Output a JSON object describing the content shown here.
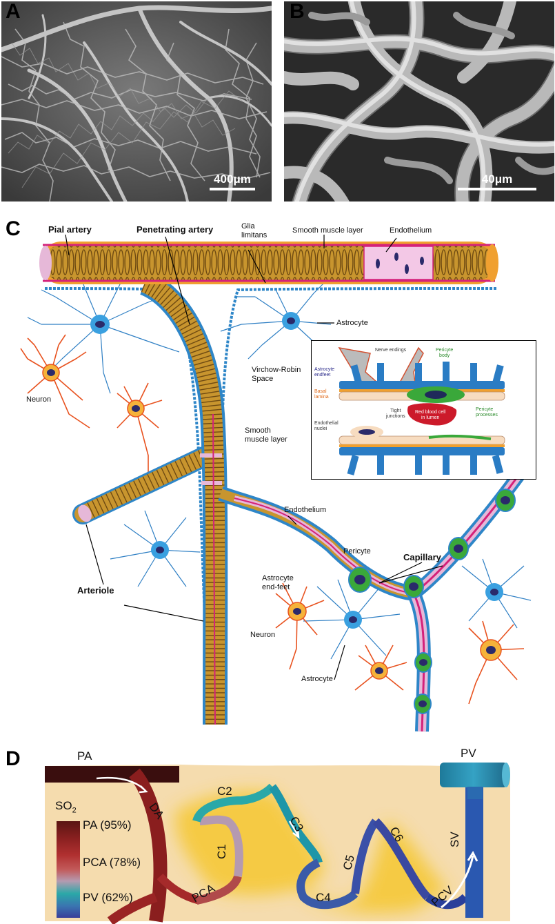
{
  "panels": {
    "a": {
      "letter": "A",
      "scale_label": "400μm"
    },
    "b": {
      "letter": "B",
      "scale_label": "40μm"
    },
    "c": {
      "letter": "C",
      "labels": {
        "pial_artery": "Pial artery",
        "penetrating_artery": "Penetrating artery",
        "glia_limitans": "Glia\nlimitans",
        "smooth_muscle_layer_top": "Smooth muscle layer",
        "endothelium_top": "Endothelium",
        "astrocyte_top": "Astrocyte",
        "virchow_robin": "Virchow-Robin\nSpace",
        "smooth_muscle_layer_mid": "Smooth\nmuscle layer",
        "neuron_left": "Neuron",
        "endothelium_mid": "Endothelium",
        "pericyte": "Pericyte",
        "capillary": "Capillary",
        "astrocyte_endfeet": "Astrocyte\nend-feet",
        "arteriole": "Arteriole",
        "neuron_right": "Neuron",
        "astrocyte_bottom": "Astrocyte"
      },
      "inset": {
        "nerve_endings": "Nerve endings",
        "pericyte_body": "Pericyte\nbody",
        "astrocyte_endfeet": "Astrocyte\nendfeet",
        "basal_lamina": "Basal\nlamina",
        "tight_junctions": "Tight\njunctions",
        "red_blood_cell": "Red blood cell\nin lumen",
        "pericyte_processes": "Pericyte\nprocesses",
        "endothelial_nuclei": "Endothelial\nnuclei"
      }
    },
    "d": {
      "letter": "D",
      "vessel_labels": {
        "pa": "PA",
        "da": "DA",
        "pca": "PCA",
        "c1": "C1",
        "c2": "C2",
        "c3": "C3",
        "c4": "C4",
        "c5": "C5",
        "c6": "C6",
        "pcv": "PCV",
        "sv": "SV",
        "pv": "PV"
      },
      "legend": {
        "title": "SO",
        "title_sub": "2",
        "entries": [
          "PA (95%)",
          "PCA (78%)",
          "PV (62%)"
        ],
        "colors": [
          "#5a1512",
          "#a52a2a",
          "#c24a4a",
          "#c87a80",
          "#b59ab0",
          "#2aa8a8",
          "#3a74b0",
          "#3a3f9a"
        ]
      }
    }
  },
  "colors": {
    "muscle": "#c8952e",
    "endothelium": "#e6b8d8",
    "magenta": "#d4217a",
    "glia": "#2e86c8",
    "astrocyte": "#3aa0e0",
    "astro_nucleus": "#2a2a6a",
    "neuron": "#e8521f",
    "neuron_body": "#f5b23a",
    "pericyte": "#3aa83a",
    "tissue": "#f5dcae",
    "glow": "#f5c830"
  }
}
